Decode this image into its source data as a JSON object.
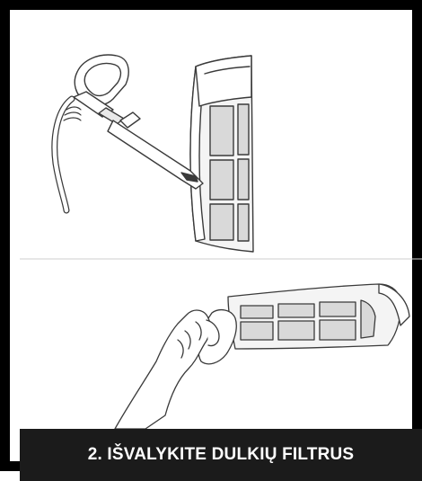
{
  "instruction": {
    "step_label": "2. IŠVALYKITE DULKIŲ FILTRUS"
  },
  "illustrations": [
    {
      "icon": "vacuum-cleaning-filter-illustration"
    },
    {
      "icon": "hand-wiping-filter-illustration"
    }
  ],
  "colors": {
    "frame": "#000000",
    "footer_bg": "#1b1b1b",
    "footer_text": "#ffffff",
    "filter_mesh": "#d9d9d9",
    "line_art": "#3a3a3a"
  }
}
